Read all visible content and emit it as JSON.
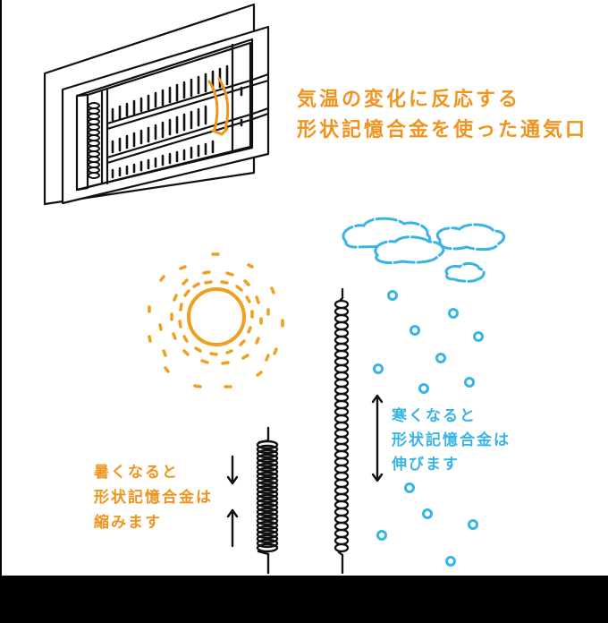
{
  "colors": {
    "orange": "#F0941E",
    "blue": "#38B4E6",
    "ink": "#111111",
    "background": "#FFFFFF",
    "frame": "#000000"
  },
  "title": {
    "line1": "気温の変化に反応する",
    "line2": "形状記憶合金を使った通気口"
  },
  "cold_caption": {
    "line1": "寒くなると",
    "line2": "形状記憶合金は",
    "line3": "伸びます"
  },
  "hot_caption": {
    "line1": "暑くなると",
    "line2": "形状記憶合金は",
    "line3": "縮みます"
  },
  "illustrations": {
    "vent": "vent-with-shape-memory-spring-icon",
    "sun": "sun-icon",
    "clouds": "clouds-icon",
    "rain": "raindrops-icon",
    "stretched_spring": "stretched-spring-icon",
    "compressed_spring": "compressed-spring-icon",
    "stretch_arrow": "double-arrow-vertical-icon",
    "compress_arrows": "converging-arrows-icon"
  }
}
